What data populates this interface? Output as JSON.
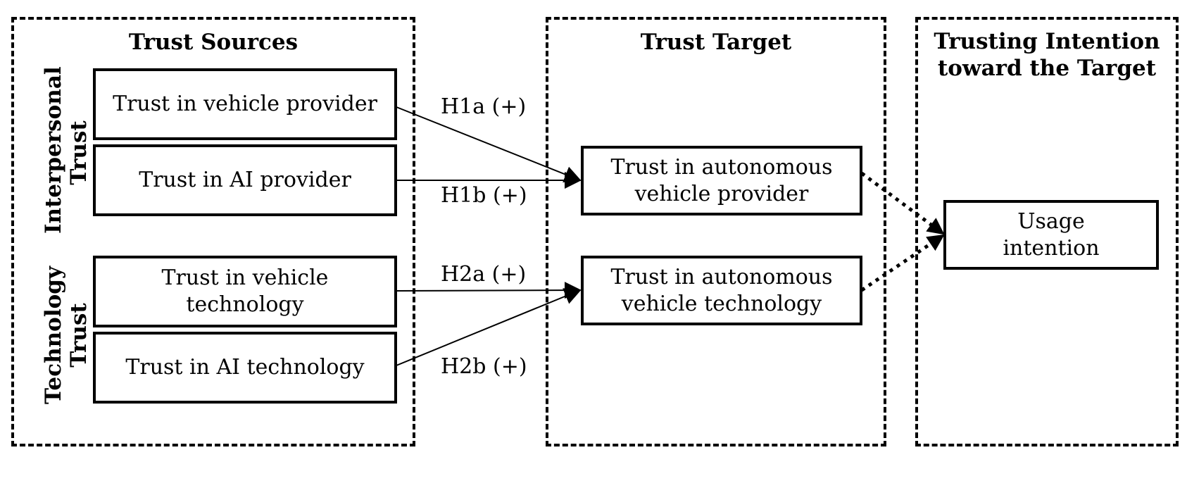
{
  "groups": {
    "sources": {
      "title": "Trust Sources"
    },
    "target": {
      "title": "Trust Target"
    },
    "intention": {
      "title": "Trusting Intention\ntoward the Target"
    }
  },
  "side_labels": {
    "interpersonal": "Interpersonal\nTrust",
    "technology": "Technology\nTrust"
  },
  "boxes": {
    "vehicle_provider": "Trust in vehicle provider",
    "ai_provider": "Trust in AI provider",
    "vehicle_technology": "Trust in vehicle\ntechnology",
    "ai_technology": "Trust in AI technology",
    "av_provider": "Trust in autonomous\nvehicle provider",
    "av_technology": "Trust in autonomous\nvehicle technology",
    "usage_intention": "Usage\nintention"
  },
  "hypotheses": {
    "h1a": "H1a (+)",
    "h1b": "H1b (+)",
    "h2a": "H2a (+)",
    "h2b": "H2b (+)"
  }
}
